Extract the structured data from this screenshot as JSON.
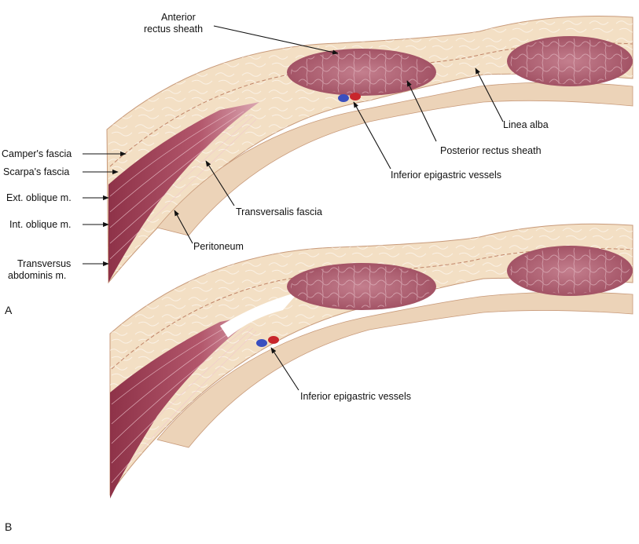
{
  "panels": [
    {
      "letter": "A"
    },
    {
      "letter": "B"
    }
  ],
  "labels": {
    "anterior_rectus_sheath": [
      "Anterior",
      "rectus sheath"
    ],
    "linea_alba": "Linea alba",
    "posterior_rectus_sheath": "Posterior rectus sheath",
    "inferior_epigastric_vessels_a": "Inferior epigastric vessels",
    "campers_fascia": "Camper's fascia",
    "scarpas_fascia": "Scarpa's fascia",
    "ext_oblique": "Ext. oblique m.",
    "int_oblique": "Int. oblique m.",
    "transversalis_fascia": "Transversalis fascia",
    "peritoneum": "Peritoneum",
    "transversus_abdominis": [
      "Transversus",
      "abdominis m."
    ],
    "inferior_epigastric_vessels_b": "Inferior epigastric vessels"
  },
  "colors": {
    "skin_fat": "#f3dfc4",
    "fat_pattern": "#ffffff",
    "fascia_line": "#c89a7a",
    "muscle": "#a8485e",
    "muscle_dark": "#7e2b40",
    "muscle_light": "#d497a4",
    "rectus": "#b35e72",
    "deep_layer": "#ecd3b8",
    "vein": "#3a4fbf",
    "artery": "#c8262c"
  }
}
